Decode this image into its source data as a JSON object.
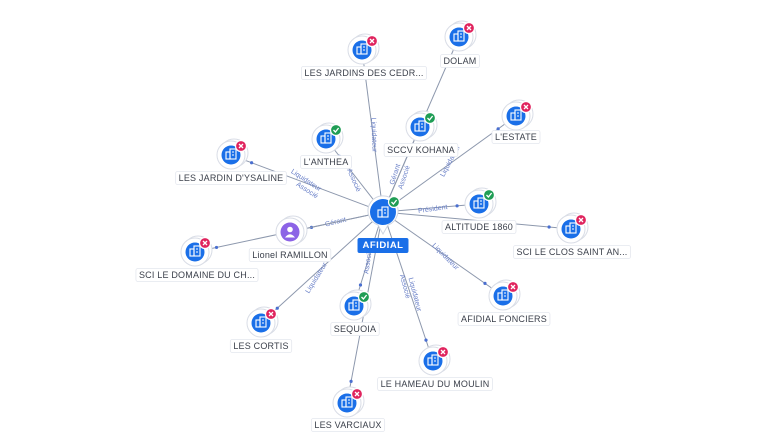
{
  "colors": {
    "edge": "#8d98ad",
    "node_blue": "#1a6fe8",
    "active": "#1f9d55",
    "inactive": "#e0245e",
    "person": "#8c63e6",
    "center": "#1a6fe8",
    "edge_label": "#6a80c8"
  },
  "center": {
    "label": "AFIDIAL",
    "status": "active",
    "icon": "building-icon"
  },
  "nodes": [
    {
      "id": "jardins-cedr",
      "label": "LES JARDINS DES CEDR...",
      "status": "inactive",
      "icon": "building-icon"
    },
    {
      "id": "dolam",
      "label": "DOLAM",
      "status": "inactive",
      "icon": "building-icon"
    },
    {
      "id": "estate",
      "label": "L'ESTATE",
      "status": "inactive",
      "icon": "building-icon"
    },
    {
      "id": "sccv-kohana",
      "label": "SCCV KOHANA",
      "status": "active",
      "icon": "building-icon"
    },
    {
      "id": "anthea",
      "label": "L'ANTHEA",
      "status": "active",
      "icon": "building-icon"
    },
    {
      "id": "jardin-ysaline",
      "label": "LES JARDIN D'YSALINE",
      "status": "inactive",
      "icon": "building-icon"
    },
    {
      "id": "altitude",
      "label": "ALTITUDE 1860",
      "status": "active",
      "icon": "building-icon"
    },
    {
      "id": "clos-saint",
      "label": "SCI LE CLOS SAINT AN...",
      "status": "inactive",
      "icon": "building-icon"
    },
    {
      "id": "lionel",
      "label": "Lionel RAMILLON",
      "status": "person",
      "icon": "person-icon"
    },
    {
      "id": "domaine",
      "label": "SCI LE DOMAINE DU CH...",
      "status": "inactive",
      "icon": "building-icon"
    },
    {
      "id": "afidial-fonciers",
      "label": "AFIDIAL FONCIERS",
      "status": "inactive",
      "icon": "building-icon"
    },
    {
      "id": "cortis",
      "label": "LES CORTIS",
      "status": "inactive",
      "icon": "building-icon"
    },
    {
      "id": "sequoia",
      "label": "SEQUOIA",
      "status": "active",
      "icon": "building-icon"
    },
    {
      "id": "hameau",
      "label": "LE HAMEAU DU MOULIN",
      "status": "inactive",
      "icon": "building-icon"
    },
    {
      "id": "varciaux",
      "label": "LES VARCIAUX",
      "status": "inactive",
      "icon": "building-icon"
    }
  ],
  "edges": [
    {
      "to": "jardins-cedr",
      "labels": [
        "Liquidateur"
      ]
    },
    {
      "to": "dolam",
      "labels": []
    },
    {
      "to": "estate",
      "labels": [
        "Liquidateur"
      ]
    },
    {
      "to": "sccv-kohana",
      "labels": [
        "Gérant",
        "Associé"
      ]
    },
    {
      "to": "anthea",
      "labels": [
        "Associé"
      ]
    },
    {
      "to": "jardin-ysaline",
      "labels": [
        "Liquidateur",
        "Associé"
      ]
    },
    {
      "to": "altitude",
      "labels": [
        "Président"
      ]
    },
    {
      "to": "clos-saint",
      "labels": []
    },
    {
      "to": "lionel",
      "labels": [
        "Gérant"
      ]
    },
    {
      "to": "domaine",
      "labels": []
    },
    {
      "to": "afidial-fonciers",
      "labels": [
        "Liquidateur"
      ]
    },
    {
      "to": "cortis",
      "labels": [
        "Liquidateur"
      ]
    },
    {
      "to": "sequoia",
      "labels": [
        "Associé"
      ]
    },
    {
      "to": "hameau",
      "labels": [
        "Liquidateur",
        "Associé"
      ]
    },
    {
      "to": "varciaux",
      "labels": []
    }
  ]
}
